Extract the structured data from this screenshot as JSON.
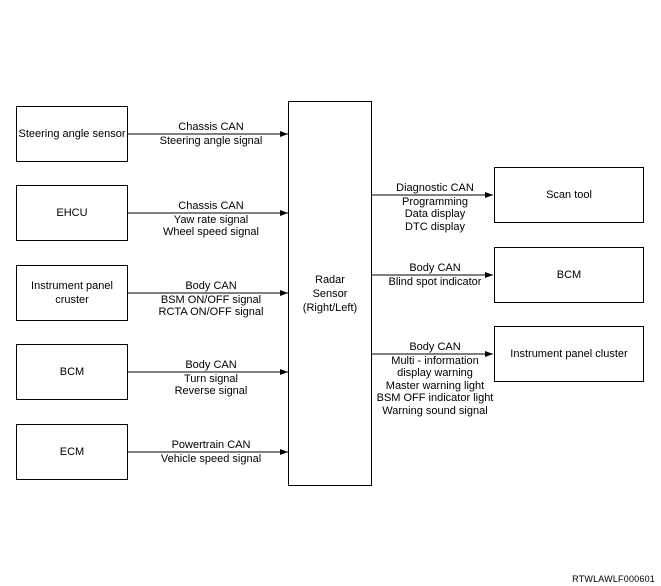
{
  "left_boxes": [
    {
      "label": "Steering angle sensor"
    },
    {
      "label": "EHCU"
    },
    {
      "label": "Instrument panel\ncruster"
    },
    {
      "label": "BCM"
    },
    {
      "label": "ECM"
    }
  ],
  "center_box": {
    "label": "Radar\nSensor\n(Right/Left)"
  },
  "right_boxes": [
    {
      "label": "Scan tool"
    },
    {
      "label": "BCM"
    },
    {
      "label": "Instrument panel cluster"
    }
  ],
  "left_signals": [
    {
      "bus": "Chassis CAN",
      "lines": [
        "Steering angle signal"
      ]
    },
    {
      "bus": "Chassis CAN",
      "lines": [
        "Yaw rate signal",
        "Wheel speed signal"
      ]
    },
    {
      "bus": "Body CAN",
      "lines": [
        "BSM ON/OFF signal",
        "RCTA ON/OFF signal"
      ]
    },
    {
      "bus": "Body CAN",
      "lines": [
        "Turn signal",
        "Reverse signal"
      ]
    },
    {
      "bus": "Powertrain CAN",
      "lines": [
        "Vehicle speed signal"
      ]
    }
  ],
  "right_signals": [
    {
      "bus": "Diagnostic CAN",
      "lines": [
        "Programming",
        "Data display",
        "DTC display"
      ]
    },
    {
      "bus": "Body CAN",
      "lines": [
        "Blind spot indicator"
      ]
    },
    {
      "bus": "Body CAN",
      "lines": [
        "Multi - information",
        "display warning",
        "Master warning light",
        "BSM OFF indicator light",
        "Warning sound signal"
      ]
    }
  ],
  "figure_code": "RTWLAWLF000601"
}
